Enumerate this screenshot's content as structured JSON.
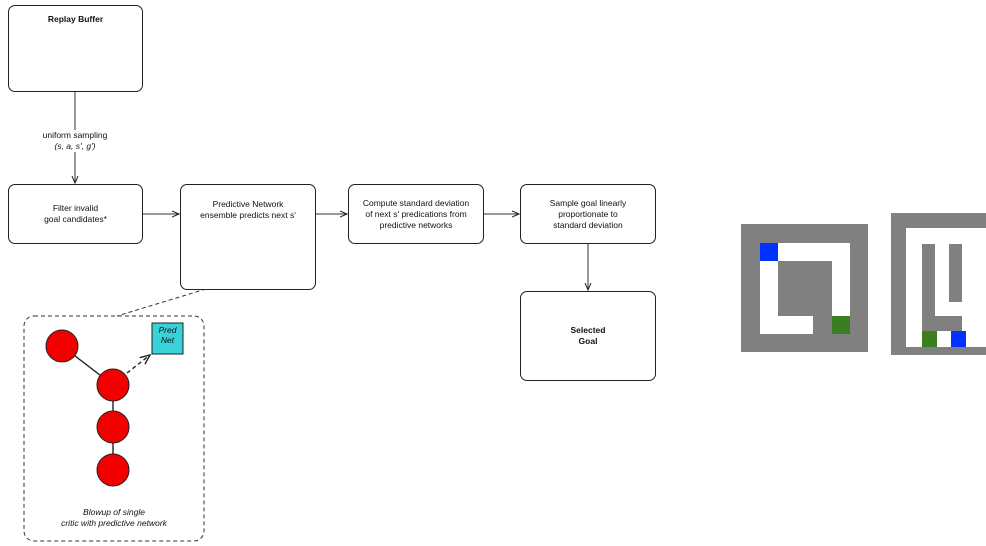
{
  "replay_buffer": {
    "title": "Replay Buffer"
  },
  "sampling": {
    "line1": "uniform sampling",
    "line2": "(s, a, s', g')"
  },
  "filter_box": {
    "line1": "Filter invalid",
    "line2": "goal candidates*"
  },
  "predictive_box": {
    "line1": "Predictive Network",
    "line2": "ensemble predicts next s'"
  },
  "std_box": {
    "line1": "Compute standard deviation",
    "line2": "of next s' predications from",
    "line3": "predictive networks"
  },
  "sample_box": {
    "line1": "Sample goal linearly",
    "line2": "proportionate to",
    "line3": "standard deviation"
  },
  "selected_box": {
    "line1": "Selected",
    "line2": "Goal"
  },
  "blowup": {
    "pred_net_line1": "Pred",
    "pred_net_line2": "Net",
    "caption_line1": "Blowup of single",
    "caption_line2": "critic with predictive network"
  },
  "colors": {
    "node_red": "#f20000",
    "node_cyan": "#38d3d8",
    "maze_wall": "#808080",
    "maze_floor": "#ffffff",
    "goal_blue": "#0033ff",
    "goal_green": "#3a7d23"
  }
}
